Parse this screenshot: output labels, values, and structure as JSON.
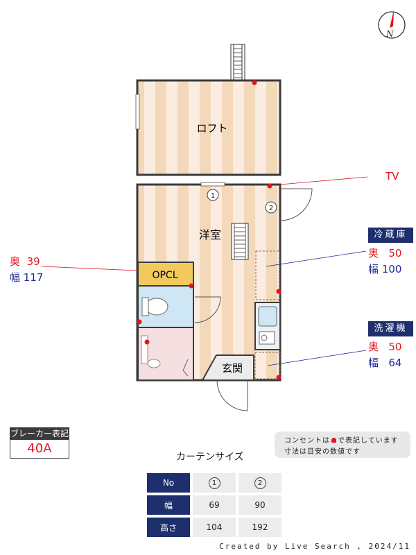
{
  "rooms": {
    "loft": "ロフト",
    "western_room": "洋室",
    "closet": "OPCL",
    "entrance": "玄関"
  },
  "markers": {
    "m1": "1",
    "m2": "2"
  },
  "tv_label": "TV",
  "closet_dims": {
    "depth_label": "奥",
    "depth_value": "39",
    "width_label": "幅",
    "width_value": "117"
  },
  "fridge": {
    "tag": "冷蔵庫",
    "depth_label": "奥",
    "depth_value": "50",
    "width_label": "幅",
    "width_value": "100"
  },
  "washer": {
    "tag": "洗濯機",
    "depth_label": "奥",
    "depth_value": "50",
    "width_label": "幅",
    "width_value": "64"
  },
  "breaker": {
    "title": "ブレーカー表記",
    "value": "40A"
  },
  "note": {
    "line1_before": "コンセントは",
    "line1_after": "で表記しています",
    "line2": "寸法は目安の数値です"
  },
  "curtain": {
    "title": "カーテンサイズ",
    "header": "No",
    "cols": [
      "1",
      "2"
    ],
    "rows": [
      {
        "label": "幅",
        "values": [
          "69",
          "90"
        ]
      },
      {
        "label": "高さ",
        "values": [
          "104",
          "192"
        ]
      }
    ]
  },
  "credit": "Created by Live Search , 2024/11",
  "compass": {
    "north": "N"
  },
  "colors": {
    "outlet": "#e0141e",
    "navy": "#1e2f6e",
    "closet": "#f2c95c",
    "floor_a": "#f4dcc0",
    "floor_b": "#faeee0"
  }
}
